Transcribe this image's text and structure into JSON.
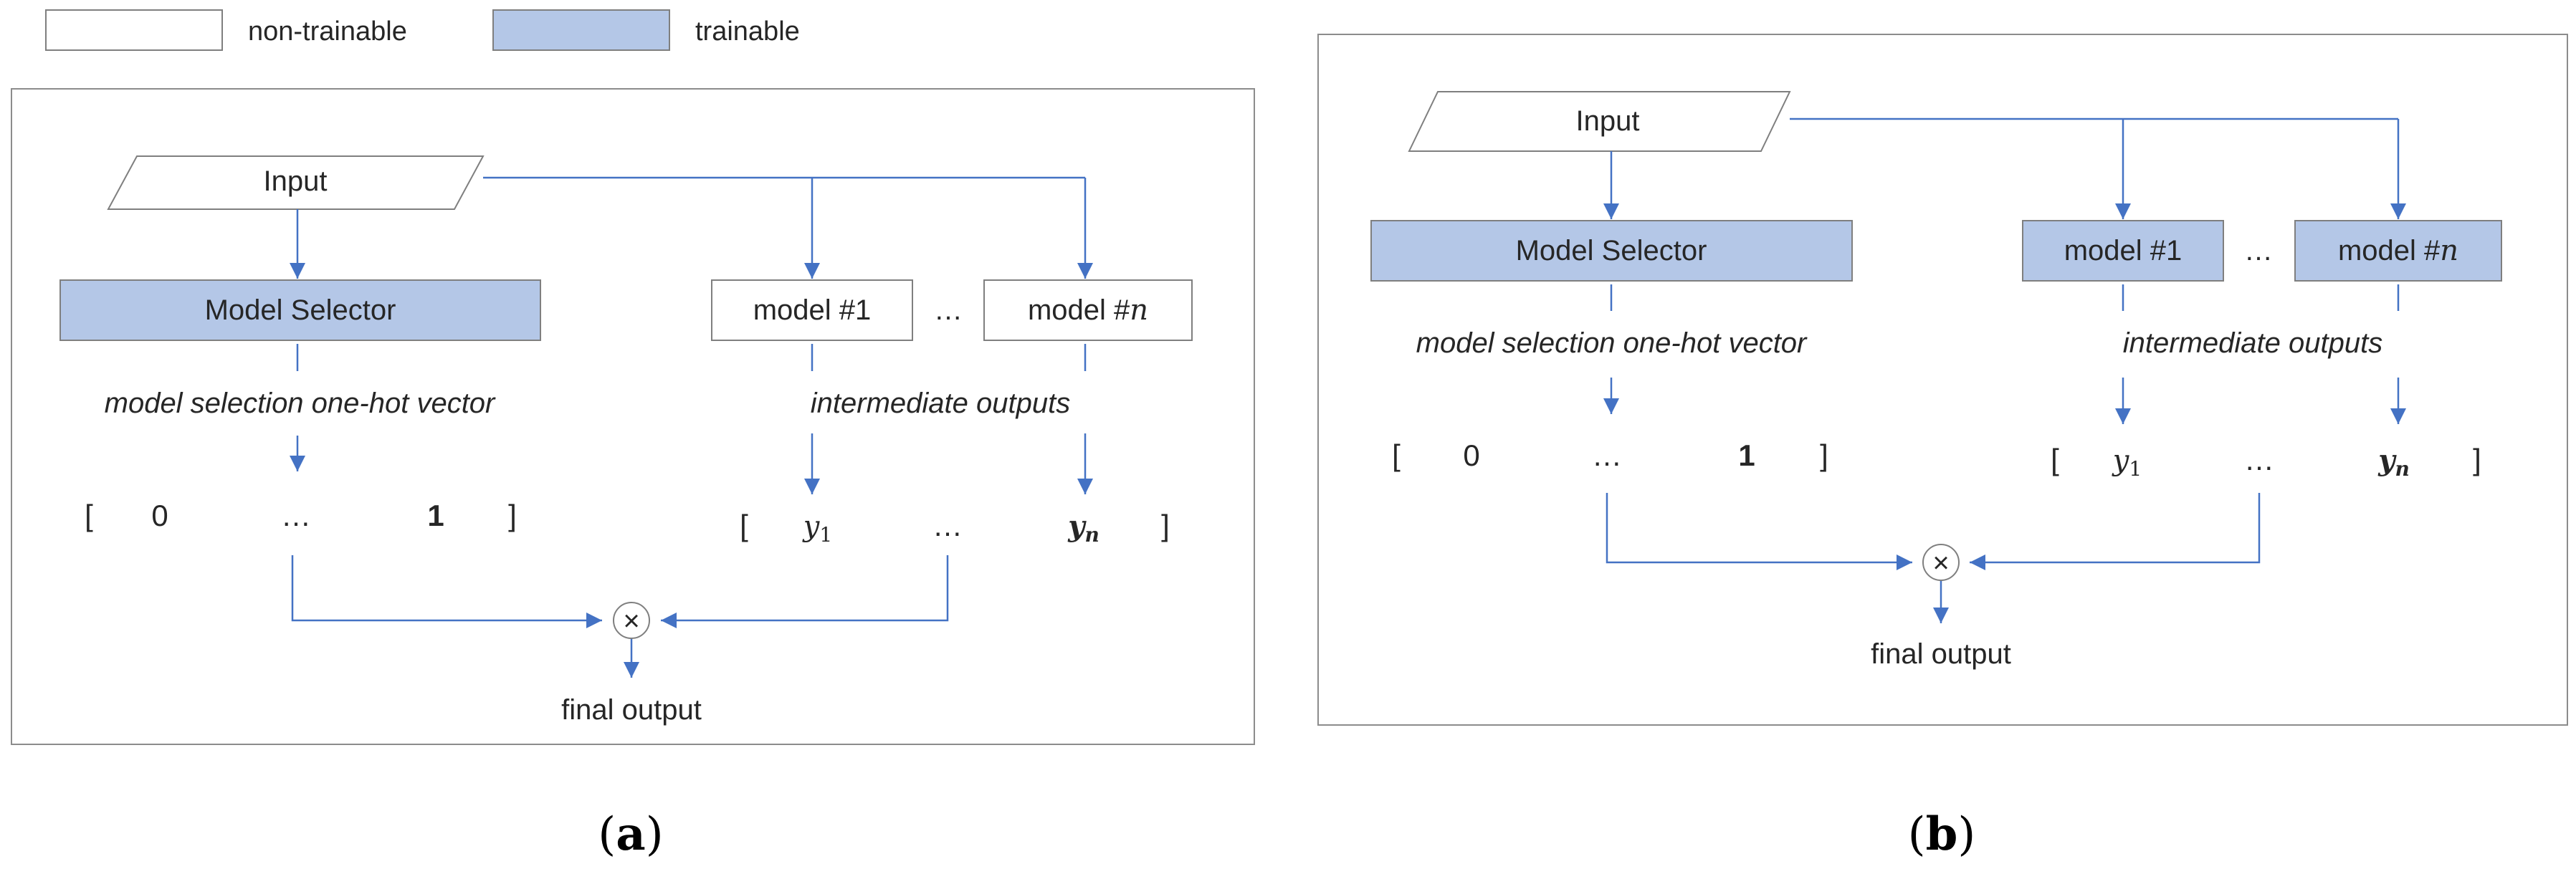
{
  "legend": {
    "non_trainable_label": "non-trainable",
    "trainable_label": "trainable"
  },
  "colors": {
    "trainable_fill": "#b4c7e7",
    "arrow": "#4472c4",
    "box_stroke": "#7f7f7f",
    "text": "#262626"
  },
  "panel_a": {
    "caption_letter": "a",
    "input_label": "Input",
    "selector_label": "Model Selector",
    "model_first_label": "model #1",
    "model_last_prefix": "model #",
    "model_last_var": "n",
    "ellipsis": "…",
    "selector_output_label": "model selection one-hot vector",
    "models_output_label": "intermediate outputs",
    "vector": {
      "open": "[",
      "first": "0",
      "dots": "…",
      "last": "1",
      "close": "]"
    },
    "outputs": {
      "open": "[",
      "first_var": "y",
      "first_sub": "1",
      "dots": "…",
      "last_var": "y",
      "last_sub": "n",
      "close": "]"
    },
    "multiply_symbol": "×",
    "final_output_label": "final output",
    "models_trainable": false
  },
  "panel_b": {
    "caption_letter": "b",
    "input_label": "Input",
    "selector_label": "Model Selector",
    "model_first_label": "model #1",
    "model_last_prefix": "model #",
    "model_last_var": "n",
    "ellipsis": "…",
    "selector_output_label": "model selection one-hot vector",
    "models_output_label": "intermediate outputs",
    "vector": {
      "open": "[",
      "first": "0",
      "dots": "…",
      "last": "1",
      "close": "]"
    },
    "outputs": {
      "open": "[",
      "first_var": "y",
      "first_sub": "1",
      "dots": "…",
      "last_var": "y",
      "last_sub": "n",
      "close": "]"
    },
    "multiply_symbol": "×",
    "final_output_label": "final output",
    "models_trainable": true
  }
}
